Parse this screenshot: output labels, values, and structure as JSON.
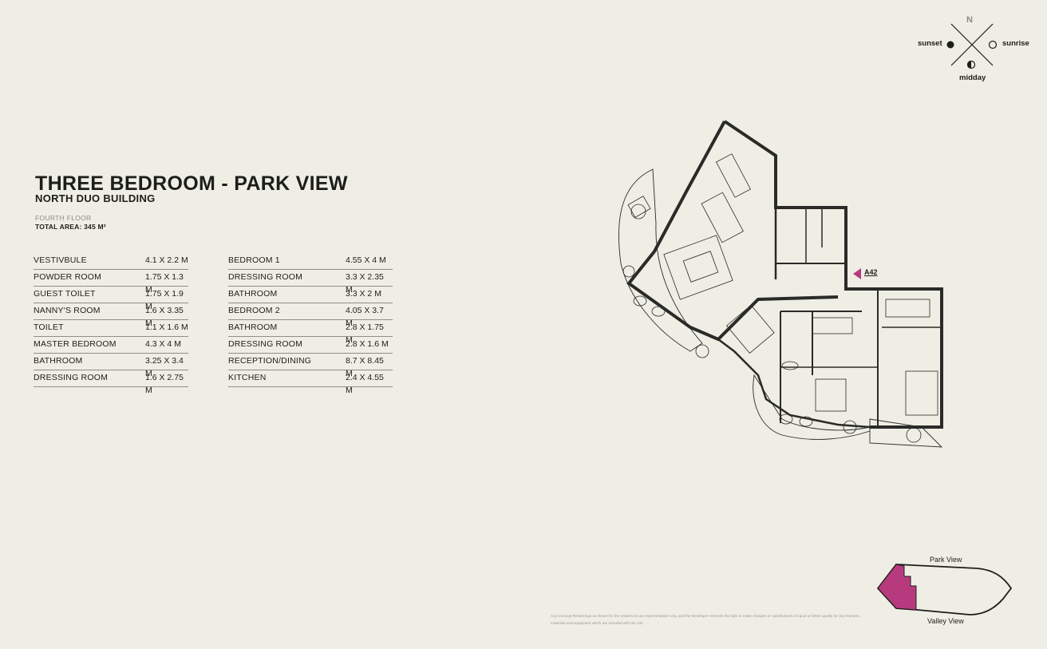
{
  "header": {
    "title": "THREE BEDROOM - PARK VIEW",
    "subtitle": "NORTH DUO BUILDING",
    "floor": "FOURTH FLOOR",
    "total_area": "TOTAL AREA: 345 M²"
  },
  "rooms_left": [
    {
      "name": "VESTIVBULE",
      "dim": "4.1 X 2.2 M"
    },
    {
      "name": "POWDER ROOM",
      "dim": "1.75 X 1.3 M"
    },
    {
      "name": "GUEST TOILET",
      "dim": "1.75 X 1.9 M"
    },
    {
      "name": "NANNY'S ROOM",
      "dim": "1.6 X 3.35 M"
    },
    {
      "name": "TOILET",
      "dim": "1.1 X 1.6 M"
    },
    {
      "name": "MASTER BEDROOM",
      "dim": "4.3 X 4 M"
    },
    {
      "name": "BATHROOM",
      "dim": "3.25 X 3.4 M"
    },
    {
      "name": "DRESSING ROOM",
      "dim": "1.6 X 2.75 M"
    }
  ],
  "rooms_right": [
    {
      "name": "BEDROOM 1",
      "dim": "4.55 X 4 M"
    },
    {
      "name": "DRESSING ROOM",
      "dim": "3.3 X 2.35 M"
    },
    {
      "name": "BATHROOM",
      "dim": "3.3 X 2 M"
    },
    {
      "name": "BEDROOM 2",
      "dim": "4.05 X 3.7 M"
    },
    {
      "name": "BATHROOM",
      "dim": "2.8 X 1.75 M"
    },
    {
      "name": "DRESSING ROOM",
      "dim": "2.8 X 1.6 M"
    },
    {
      "name": "RECEPTION/DINING",
      "dim": "8.7 X 8.45 M"
    },
    {
      "name": "KITCHEN",
      "dim": "2.4 X 4.55 M"
    }
  ],
  "compass": {
    "north": "N",
    "sunset": "sunset",
    "sunrise": "sunrise",
    "midday": "midday"
  },
  "unit_tag": "A42",
  "keymap": {
    "top": "Park View",
    "bottom": "Valley View"
  },
  "disclaimer": "Any Concept Renderings as shown for the residences are representation only, and the Developer reserves the right to make changes or substitutions of equal or better quality for any features, materials and equipment which are included with the unit.",
  "colors": {
    "accent": "#b83a7e",
    "background": "#efeee4",
    "ink": "#1d1d1b"
  }
}
